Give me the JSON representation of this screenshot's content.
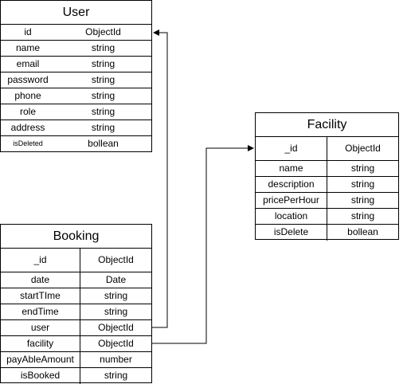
{
  "user": {
    "title": "User",
    "rows": [
      {
        "name": "id",
        "type": "ObjectId"
      },
      {
        "name": "name",
        "type": "string"
      },
      {
        "name": "email",
        "type": "string"
      },
      {
        "name": "password",
        "type": "string"
      },
      {
        "name": "phone",
        "type": "string"
      },
      {
        "name": "role",
        "type": "string"
      },
      {
        "name": "address",
        "type": "string"
      },
      {
        "name": "isDeleted",
        "type": "bollean"
      }
    ]
  },
  "booking": {
    "title": "Booking",
    "rows": [
      {
        "name": "_id",
        "type": "ObjectId"
      },
      {
        "name": "date",
        "type": "Date"
      },
      {
        "name": "startTIme",
        "type": "string"
      },
      {
        "name": "endTime",
        "type": "string"
      },
      {
        "name": "user",
        "type": "ObjectId"
      },
      {
        "name": "facility",
        "type": "ObjectId"
      },
      {
        "name": "payAbleAmount",
        "type": "number"
      },
      {
        "name": "isBooked",
        "type": "string"
      }
    ]
  },
  "facility": {
    "title": "Facility",
    "rows": [
      {
        "name": "_id",
        "type": "ObjectId"
      },
      {
        "name": "name",
        "type": "string"
      },
      {
        "name": "description",
        "type": "string"
      },
      {
        "name": "pricePerHour",
        "type": "string"
      },
      {
        "name": "location",
        "type": "string"
      },
      {
        "name": "isDelete",
        "type": "bollean"
      }
    ]
  },
  "colors": {
    "line": "#000000",
    "background": "#ffffff"
  }
}
